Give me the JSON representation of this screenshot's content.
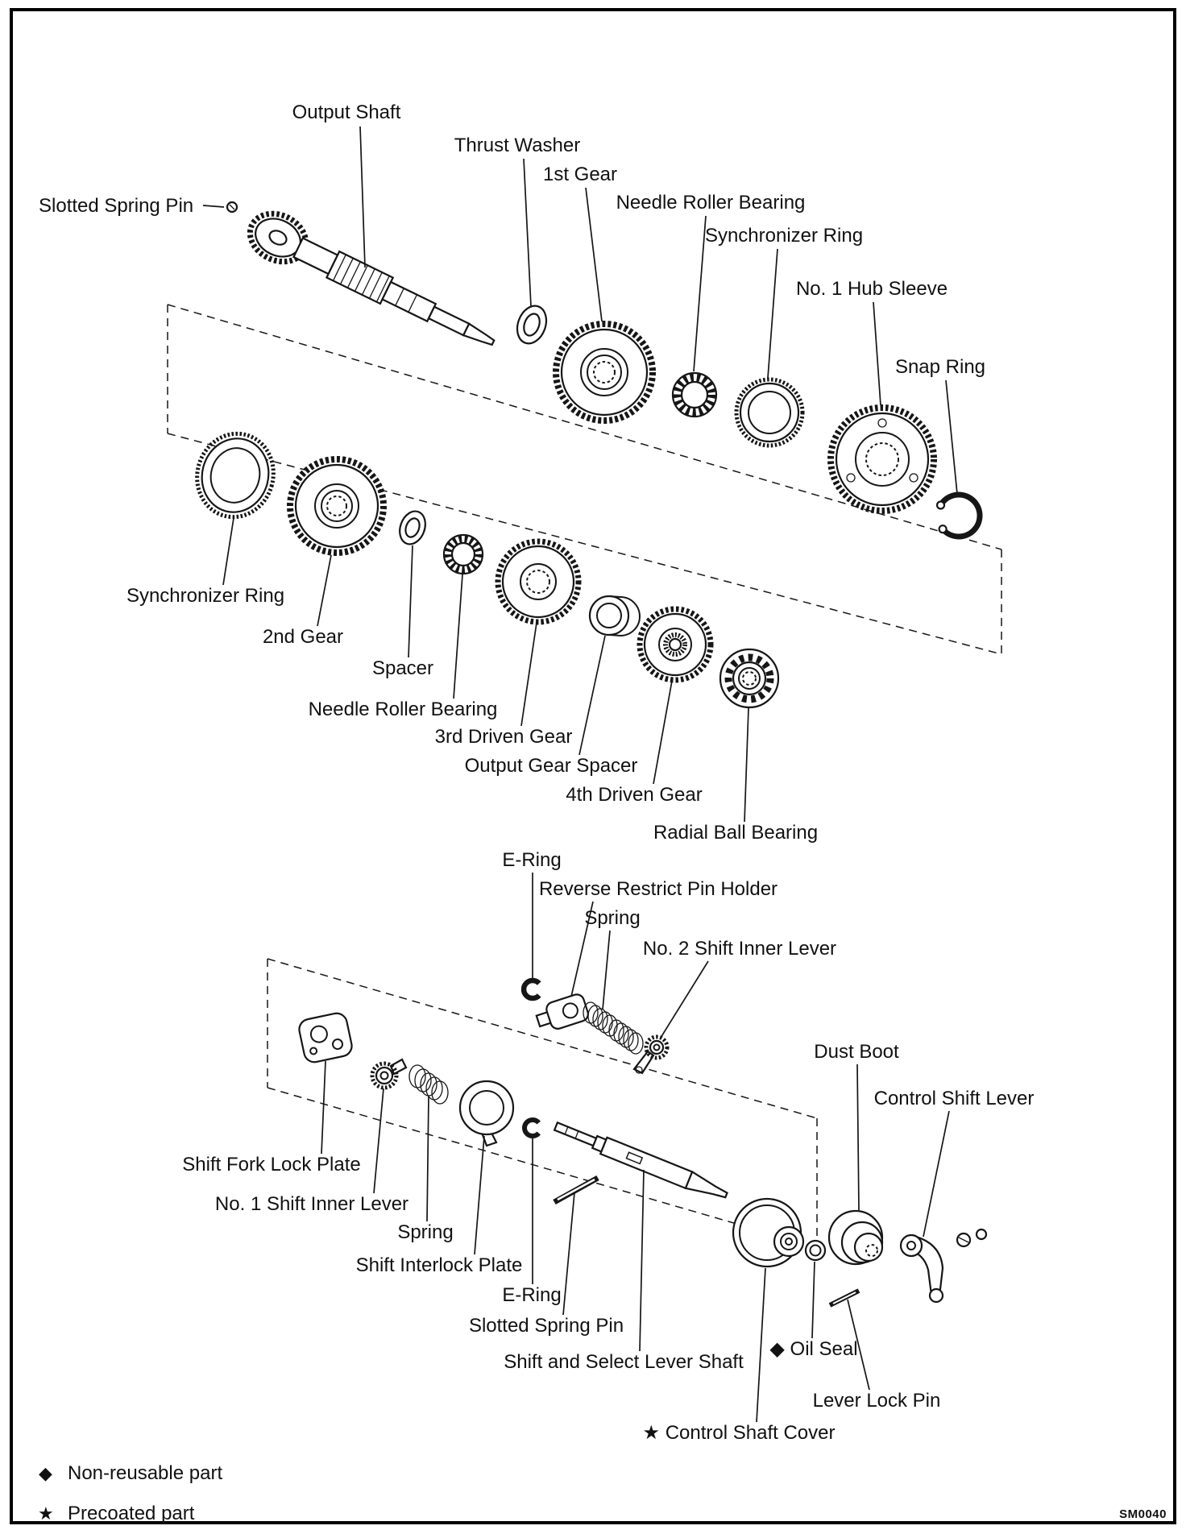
{
  "figure_code": "SM0040",
  "labels": {
    "output_shaft": "Output Shaft",
    "slotted_spring_pin_1": "Slotted Spring Pin",
    "thrust_washer": "Thrust Washer",
    "first_gear": "1st Gear",
    "needle_roller_bearing_1": "Needle Roller Bearing",
    "synchronizer_ring_1": "Synchronizer Ring",
    "no1_hub_sleeve": "No. 1 Hub Sleeve",
    "snap_ring": "Snap Ring",
    "synchronizer_ring_2": "Synchronizer Ring",
    "second_gear": "2nd Gear",
    "spacer": "Spacer",
    "needle_roller_bearing_2": "Needle Roller Bearing",
    "third_driven_gear": "3rd Driven Gear",
    "output_gear_spacer": "Output Gear Spacer",
    "fourth_driven_gear": "4th Driven Gear",
    "radial_ball_bearing": "Radial Ball Bearing",
    "e_ring_1": "E-Ring",
    "reverse_restrict_pin_holder": "Reverse Restrict Pin Holder",
    "spring_1": "Spring",
    "no2_shift_inner_lever": "No. 2 Shift Inner Lever",
    "dust_boot": "Dust Boot",
    "control_shift_lever": "Control Shift Lever",
    "shift_fork_lock_plate": "Shift Fork Lock Plate",
    "no1_shift_inner_lever": "No. 1 Shift Inner Lever",
    "spring_2": "Spring",
    "shift_interlock_plate": "Shift Interlock Plate",
    "e_ring_2": "E-Ring",
    "slotted_spring_pin_2": "Slotted Spring Pin",
    "shift_and_select_lever_shaft": "Shift and Select Lever Shaft",
    "oil_seal": "◆ Oil Seal",
    "lever_lock_pin": "Lever Lock Pin",
    "control_shaft_cover": "★ Control Shaft Cover"
  },
  "legend": {
    "non_reusable": {
      "symbol": "◆",
      "label": "Non-reusable part"
    },
    "precoated": {
      "symbol": "★",
      "label": "Precoated part"
    }
  }
}
